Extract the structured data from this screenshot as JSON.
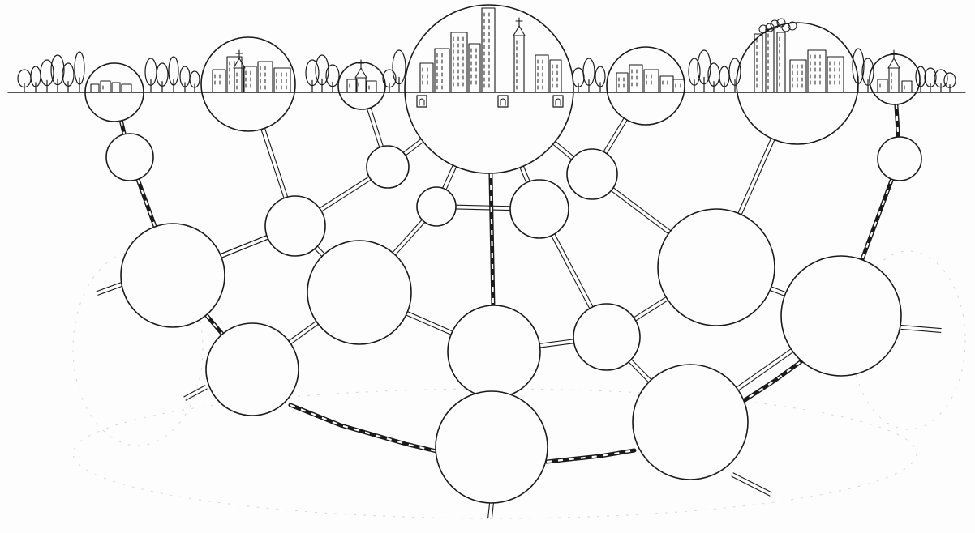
{
  "caption": "",
  "colors": {
    "paper": "#fdfdfd",
    "ink": "#1a1a1a",
    "smudge": "#d9d9d9",
    "caption_ink": "#9a9a9a"
  },
  "diagram": {
    "ground_line": "horizon",
    "settlement_icons": [
      "tree-icon",
      "building-icon",
      "church-icon",
      "tower-icon",
      "factory-icon"
    ],
    "link_types": [
      "double-line-road",
      "dashed-rail"
    ]
  }
}
